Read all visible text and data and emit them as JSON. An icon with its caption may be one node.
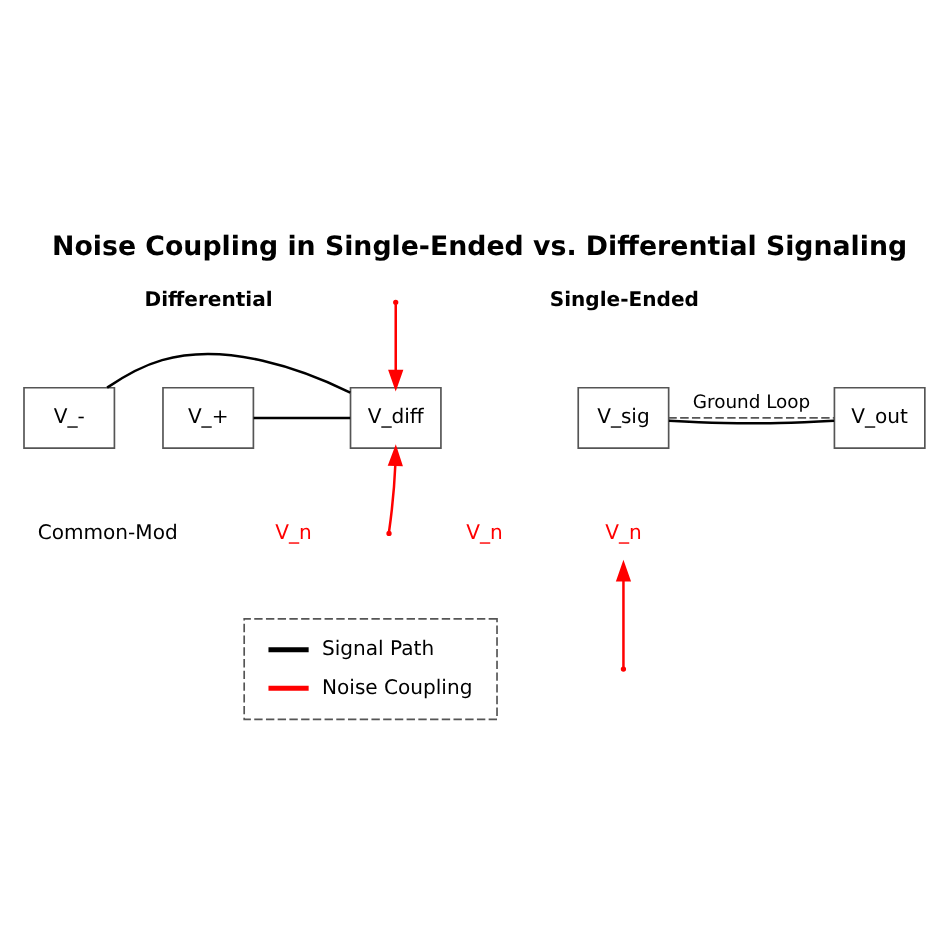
{
  "diagram": {
    "title": "Noise Coupling in Single-Ended vs. Differential Signaling",
    "nodes": [
      {
        "text": [
          "V_sig"
        ]
      },
      {
        "text": [
          "V_out"
        ]
      },
      {
        "text": [
          "V_n"
        ]
      },
      {
        "text": [
          "V_+"
        ]
      },
      {
        "text": [
          "V_-"
        ]
      },
      {
        "text": [
          "V_diff"
        ]
      }
    ],
    "edges": [
      {
        "from": 0,
        "to": 1,
        "arrow": "none"
      },
      {
        "from": 0,
        "to": 1,
        "arrow": "none",
        "style": "dashed",
        "label": "Ground Loop",
        "color": "#555555"
      },
      {
        "from": null,
        "to": 2,
        "arrow": "to",
        "color": "#ff0000"
      },
      {
        "from": 3,
        "to": 5,
        "arrow": "none"
      },
      {
        "from": 4,
        "to": 5,
        "arrow": "none"
      },
      {
        "from": null,
        "to": 5,
        "arrow": "to",
        "color": "#ff0000"
      },
      {
        "from": null,
        "to": 5,
        "arrow": "to",
        "color": "#ff0000"
      }
    ],
    "labels": [
      "Single-Ended",
      "Differential",
      "V_n",
      "Common-Mod",
      "V_n"
    ],
    "legend": [
      {
        "text": "Signal Path",
        "color": "#000000"
      },
      {
        "text": "Noise Coupling",
        "color": "#ff0000"
      }
    ]
  }
}
